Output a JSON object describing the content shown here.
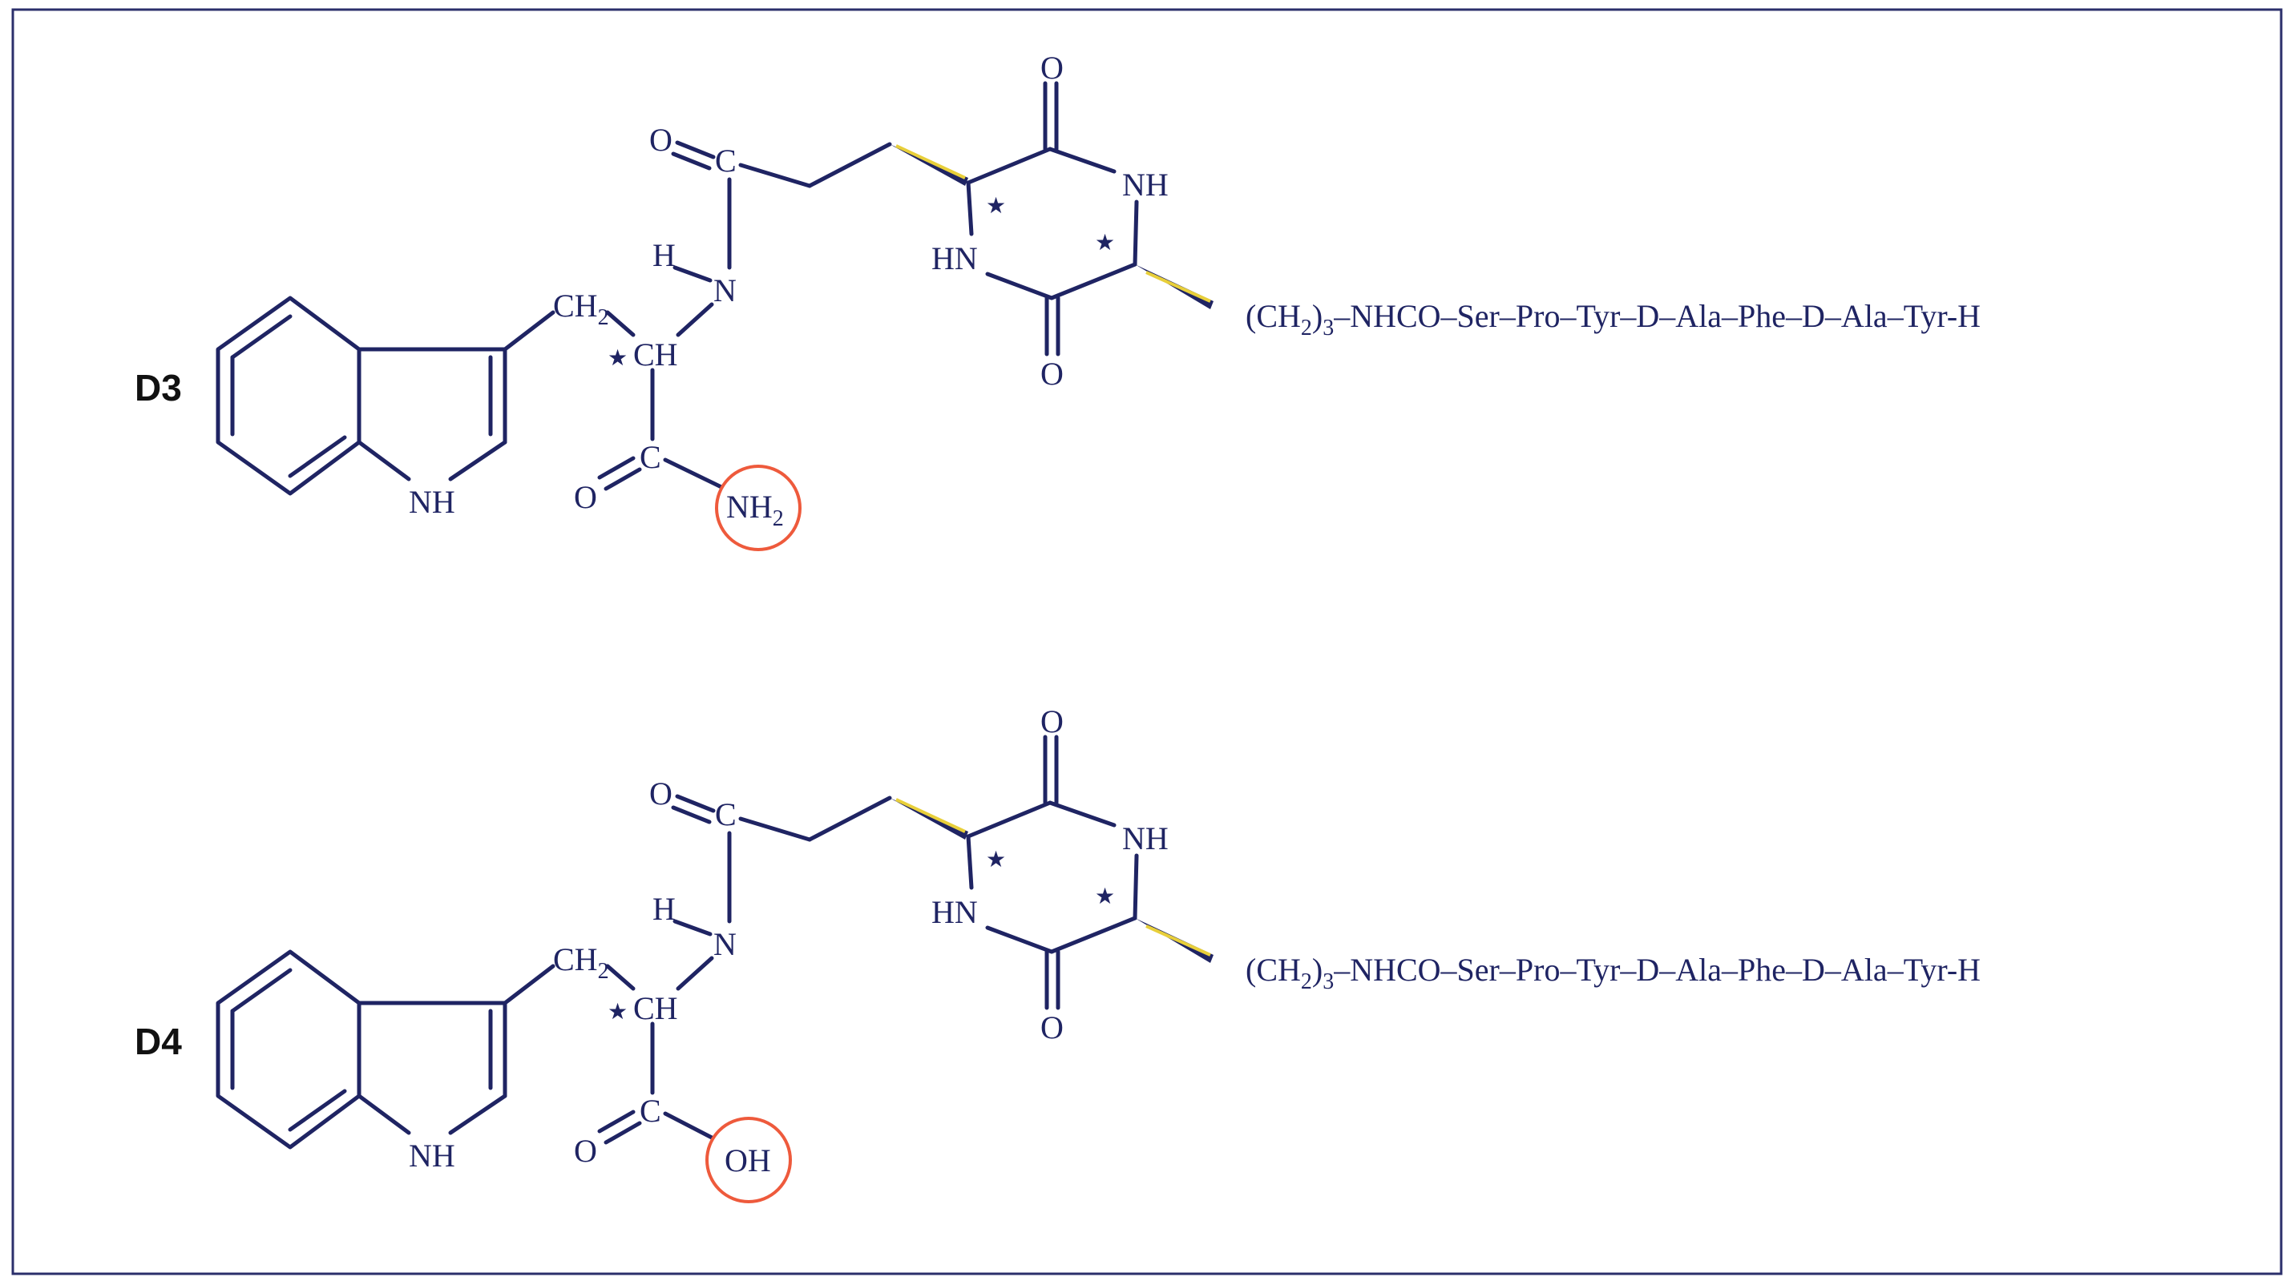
{
  "compounds": [
    {
      "id": "D3",
      "label": "D3",
      "terminal_group": "NH2",
      "atoms": {
        "ketone_o": "O",
        "carbonyl_c": "C",
        "amide_h": "H",
        "amide_n": "N",
        "ch2": "CH",
        "ch2_sub": "2",
        "ch": "CH",
        "star": "★",
        "acid_c": "C",
        "acid_o": "O",
        "indole_nh": "NH",
        "dkp_o_top": "O",
        "dkp_nh": "NH",
        "dkp_hn": "HN",
        "dkp_o_bot": "O",
        "terminal_main": "NH",
        "terminal_sub": "2"
      },
      "chain": {
        "prefix": "(CH",
        "sub2": "2",
        "close": ")",
        "sub3": "3",
        "sequence": "–NHCO–Ser–Pro–Tyr–D–Ala–Phe–D–Ala–Tyr-H"
      }
    },
    {
      "id": "D4",
      "label": "D4",
      "terminal_group": "OH",
      "atoms": {
        "ketone_o": "O",
        "carbonyl_c": "C",
        "amide_h": "H",
        "amide_n": "N",
        "ch2": "CH",
        "ch2_sub": "2",
        "ch": "CH",
        "star": "★",
        "acid_c": "C",
        "acid_o": "O",
        "indole_nh": "NH",
        "dkp_o_top": "O",
        "dkp_nh": "NH",
        "dkp_hn": "HN",
        "dkp_o_bot": "O",
        "terminal_main": "OH",
        "terminal_sub": ""
      },
      "chain": {
        "prefix": "(CH",
        "sub2": "2",
        "close": ")",
        "sub3": "3",
        "sequence": "–NHCO–Ser–Pro–Tyr–D–Ala–Phe–D–Ala–Tyr-H"
      }
    }
  ],
  "colors": {
    "structure": "#1f2463",
    "highlight_circle": "#ee5a3c",
    "wedge_accent": "#e8cf3a",
    "frame": "#2b2f6b"
  }
}
